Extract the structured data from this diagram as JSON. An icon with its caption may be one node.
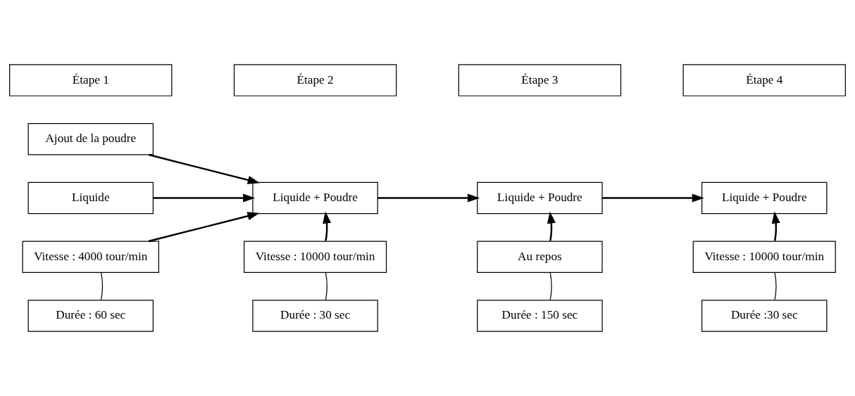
{
  "diagram": {
    "nodes": [
      {
        "text": [
          "Étape 1"
        ]
      },
      {
        "text": [
          "Ajout de la poudre"
        ]
      },
      {
        "text": [
          "Liquide"
        ]
      },
      {
        "text": [
          "Vitesse : 4000 tour/min"
        ]
      },
      {
        "text": [
          "Durée : 60 sec"
        ]
      },
      {
        "text": [
          "Étape 2"
        ]
      },
      {
        "text": [
          "Liquide + Poudre"
        ]
      },
      {
        "text": [
          "Vitesse : 10000 tour/min"
        ]
      },
      {
        "text": [
          "Durée : 30 sec"
        ]
      },
      {
        "text": [
          "Étape 3"
        ]
      },
      {
        "text": [
          "Liquide + Poudre"
        ]
      },
      {
        "text": [
          "Au repos"
        ]
      },
      {
        "text": [
          "Durée : 150 sec"
        ]
      },
      {
        "text": [
          "Étape 4"
        ]
      },
      {
        "text": [
          "Liquide + Poudre"
        ]
      },
      {
        "text": [
          "Vitesse : 10000 tour/min"
        ]
      },
      {
        "text": [
          "Durée :30 sec"
        ]
      }
    ],
    "edges": [
      {
        "from": 2,
        "to": 6,
        "arrow": "to"
      },
      {
        "from": 1,
        "to": 6,
        "arrow": "to"
      },
      {
        "from": 3,
        "to": 6,
        "arrow": "to"
      },
      {
        "from": 3,
        "to": 4,
        "arrow": "none"
      },
      {
        "from": 7,
        "to": 6,
        "arrow": "to"
      },
      {
        "from": 7,
        "to": 8,
        "arrow": "none"
      },
      {
        "from": 6,
        "to": 10,
        "arrow": "to"
      },
      {
        "from": 11,
        "to": 10,
        "arrow": "to"
      },
      {
        "from": 11,
        "to": 12,
        "arrow": "none"
      },
      {
        "from": 10,
        "to": 14,
        "arrow": "to"
      },
      {
        "from": 15,
        "to": 14,
        "arrow": "to"
      },
      {
        "from": 15,
        "to": 16,
        "arrow": "none"
      }
    ]
  }
}
